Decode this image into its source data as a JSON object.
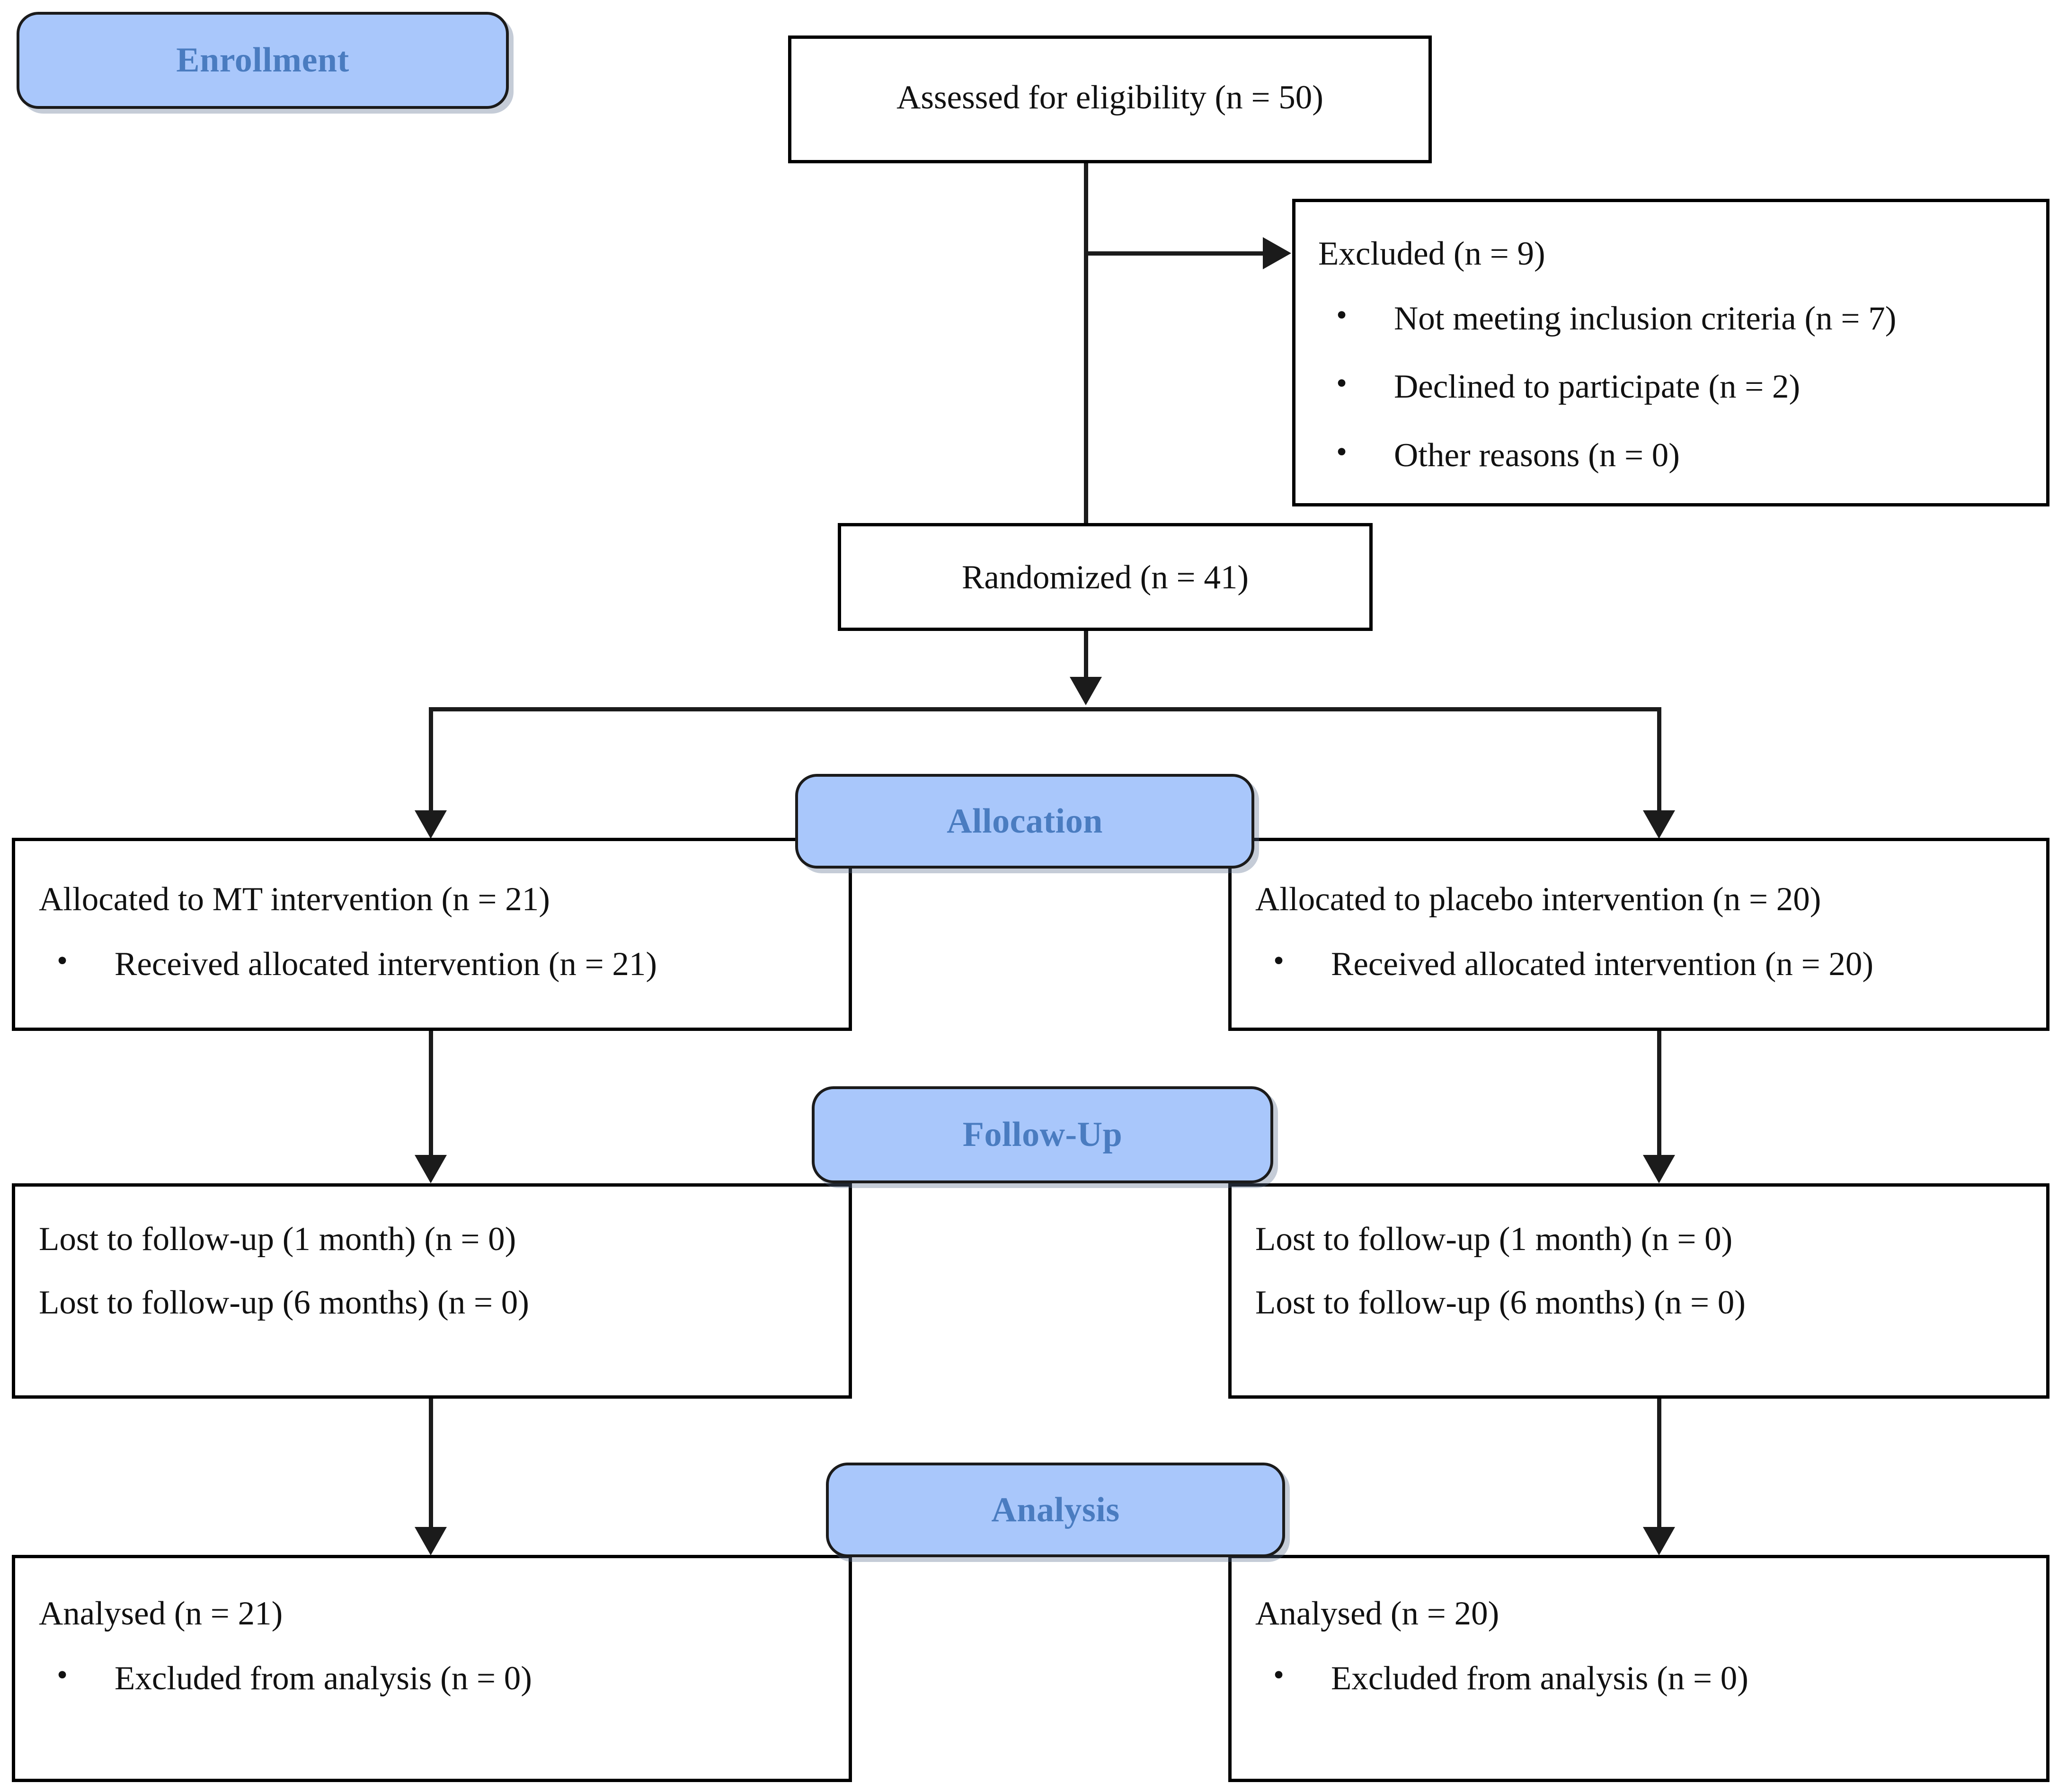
{
  "diagram": {
    "type": "consort-flow-diagram",
    "stage_labels": {
      "enrollment": "Enrollment",
      "allocation": "Allocation",
      "followup": "Follow-Up",
      "analysis": "Analysis"
    },
    "colors": {
      "badge_fill": "#a9c7fb",
      "badge_text": "#4a7cc0",
      "box_border": "#000000",
      "connector": "#1b1b1b",
      "body_text": "#111111",
      "background": "#ffffff"
    },
    "nodes": {
      "assessed": {
        "text": "Assessed for eligibility (n = 50)"
      },
      "excluded": {
        "heading": "Excluded (n = 9)",
        "items": [
          "Not meeting inclusion criteria (n = 7)",
          "Declined to participate (n = 2)",
          "Other reasons (n = 0)"
        ]
      },
      "randomized": {
        "text": "Randomized (n = 41)"
      },
      "allocation_left": {
        "heading": "Allocated to MT intervention (n = 21)",
        "items": [
          "Received allocated intervention (n = 21)"
        ]
      },
      "allocation_right": {
        "heading": "Allocated to placebo intervention (n = 20)",
        "items": [
          "Received allocated intervention (n = 20)"
        ]
      },
      "followup_left": {
        "line1": "Lost to follow-up (1 month) (n = 0)",
        "line2": "Lost to follow-up (6 months) (n = 0)"
      },
      "followup_right": {
        "line1": "Lost to follow-up (1 month) (n = 0)",
        "line2": "Lost to follow-up (6 months) (n = 0)"
      },
      "analysis_left": {
        "heading": "Analysed (n = 21)",
        "items": [
          "Excluded from analysis (n = 0)"
        ]
      },
      "analysis_right": {
        "heading": "Analysed (n = 20)",
        "items": [
          "Excluded from analysis (n = 0)"
        ]
      }
    }
  }
}
